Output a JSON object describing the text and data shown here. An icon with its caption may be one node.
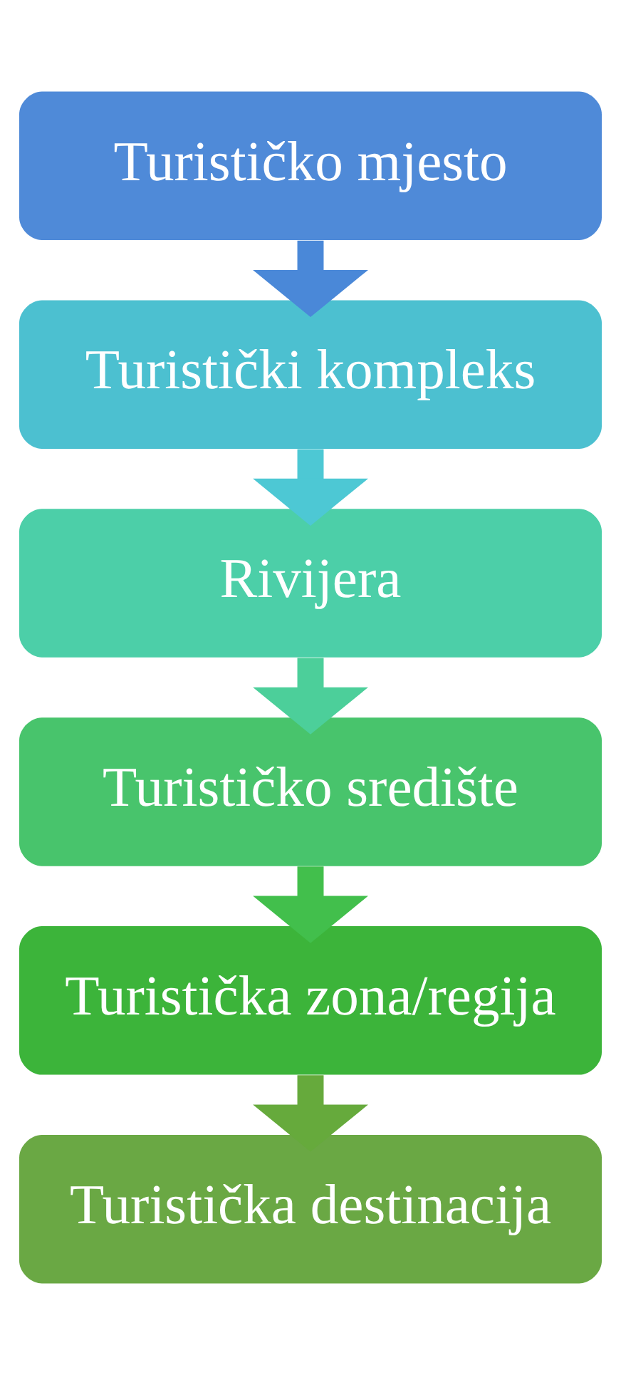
{
  "diagram": {
    "nodes": [
      {
        "text": [
          "Turističko mjesto"
        ]
      },
      {
        "text": [
          "Turistički kompleks"
        ]
      },
      {
        "text": [
          "Rivijera"
        ]
      },
      {
        "text": [
          "Turističko središte"
        ]
      },
      {
        "text": [
          "Turistička zona/regija"
        ]
      },
      {
        "text": [
          "Turistička destinacija"
        ]
      }
    ],
    "edges": [
      {
        "from": 0,
        "to": 1,
        "arrow": "to",
        "color": "#4a88d8"
      },
      {
        "from": 1,
        "to": 2,
        "arrow": "to",
        "color": "#4dc8d4"
      },
      {
        "from": 2,
        "to": 3,
        "arrow": "to",
        "color": "#4ccf9a"
      },
      {
        "from": 3,
        "to": 4,
        "arrow": "to",
        "color": "#42bf4c"
      },
      {
        "from": 4,
        "to": 5,
        "arrow": "to",
        "color": "#66aa3c"
      }
    ]
  }
}
